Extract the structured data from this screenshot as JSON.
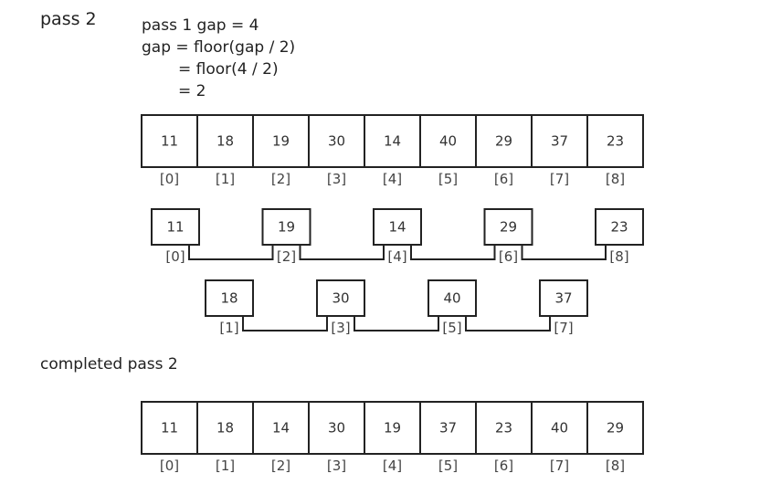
{
  "title": "pass 2",
  "calc_lines": [
    "pass 1 gap = 4",
    "gap = floor(gap / 2)",
    "= floor(4 / 2)",
    "= 2"
  ],
  "completed_label": "completed pass 2",
  "initial_array": [
    "11",
    "18",
    "19",
    "30",
    "14",
    "40",
    "29",
    "37",
    "23"
  ],
  "final_array": [
    "11",
    "18",
    "14",
    "30",
    "19",
    "37",
    "23",
    "40",
    "29"
  ],
  "indices": [
    "[0]",
    "[1]",
    "[2]",
    "[3]",
    "[4]",
    "[5]",
    "[6]",
    "[7]",
    "[8]"
  ],
  "group_a": {
    "values": [
      "11",
      "19",
      "14",
      "29",
      "23"
    ],
    "indices": [
      "[0]",
      "[2]",
      "[4]",
      "[6]",
      "[8]"
    ]
  },
  "group_b": {
    "values": [
      "18",
      "30",
      "40",
      "37"
    ],
    "indices": [
      "[1]",
      "[3]",
      "[5]",
      "[7]"
    ]
  },
  "colors": {
    "stroke": "#222222",
    "text": "#333333"
  }
}
